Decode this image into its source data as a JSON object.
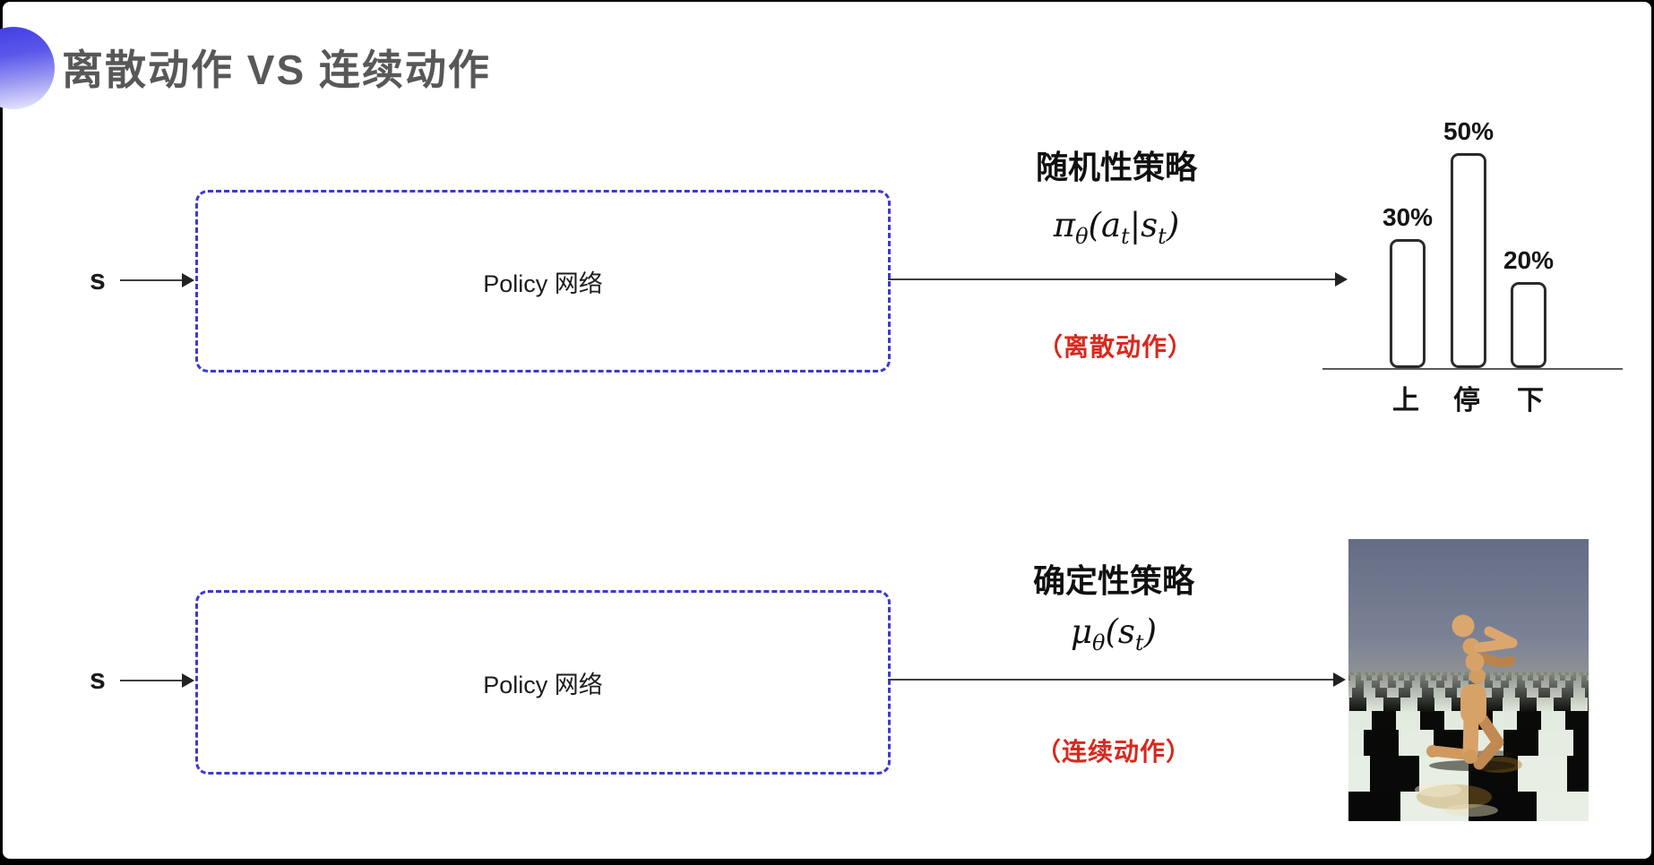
{
  "title": "离散动作 VS 连续动作",
  "colors": {
    "accent_blue": "#3c39cf",
    "action_red": "#d8281e",
    "title_gray": "#585858",
    "arrow_black": "#3f3f3f"
  },
  "top_flow": {
    "input_label": "s",
    "box_label": "Policy 网络",
    "policy_title": "随机性策略",
    "formula": {
      "symbol": "π",
      "sub": "θ",
      "arg_open": "(",
      "arg1": "a",
      "arg1_sub": "t",
      "separator": "|",
      "arg2": "s",
      "arg2_sub": "t",
      "arg_close": ")"
    },
    "action_note": "（离散动作）"
  },
  "bottom_flow": {
    "input_label": "s",
    "box_label": "Policy 网络",
    "policy_title": "确定性策略",
    "formula": {
      "symbol": "μ",
      "sub": "θ",
      "arg_open": "(",
      "arg1": "s",
      "arg1_sub": "t",
      "arg_close": ")"
    },
    "action_note": "（连续动作）"
  },
  "chart_data": {
    "type": "bar",
    "categories": [
      "上",
      "停",
      "下"
    ],
    "values": [
      30,
      50,
      20
    ],
    "value_labels": [
      "30%",
      "50%",
      "20%"
    ],
    "title": "",
    "xlabel": "",
    "ylabel": "",
    "ylim": [
      0,
      60
    ],
    "grid": false,
    "legend": "none",
    "bar_style": "white fill, black rounded outline"
  }
}
